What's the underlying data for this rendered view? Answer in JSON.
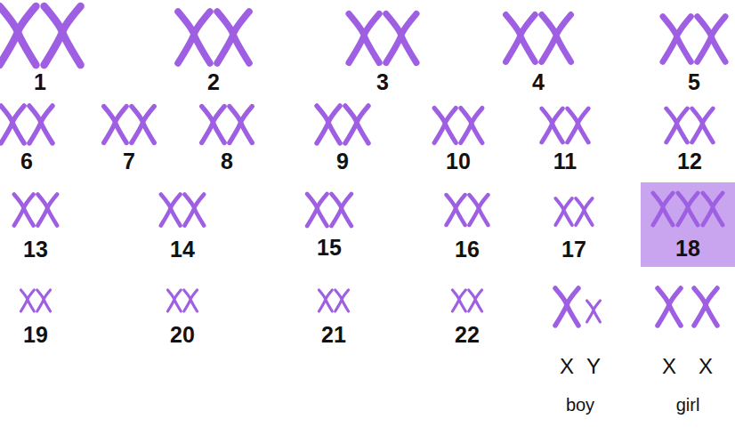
{
  "diagram": {
    "nodes": [
      {
        "text": [
          "18"
        ]
      }
    ],
    "labels": [
      "1",
      "2",
      "3",
      "4",
      "5",
      "6",
      "7",
      "8",
      "9",
      "10",
      "11",
      "12",
      "13",
      "14",
      "15",
      "16",
      "17",
      "19",
      "20",
      "21",
      "22",
      "X",
      "Y",
      "X",
      "X",
      "boy",
      "girl"
    ]
  }
}
